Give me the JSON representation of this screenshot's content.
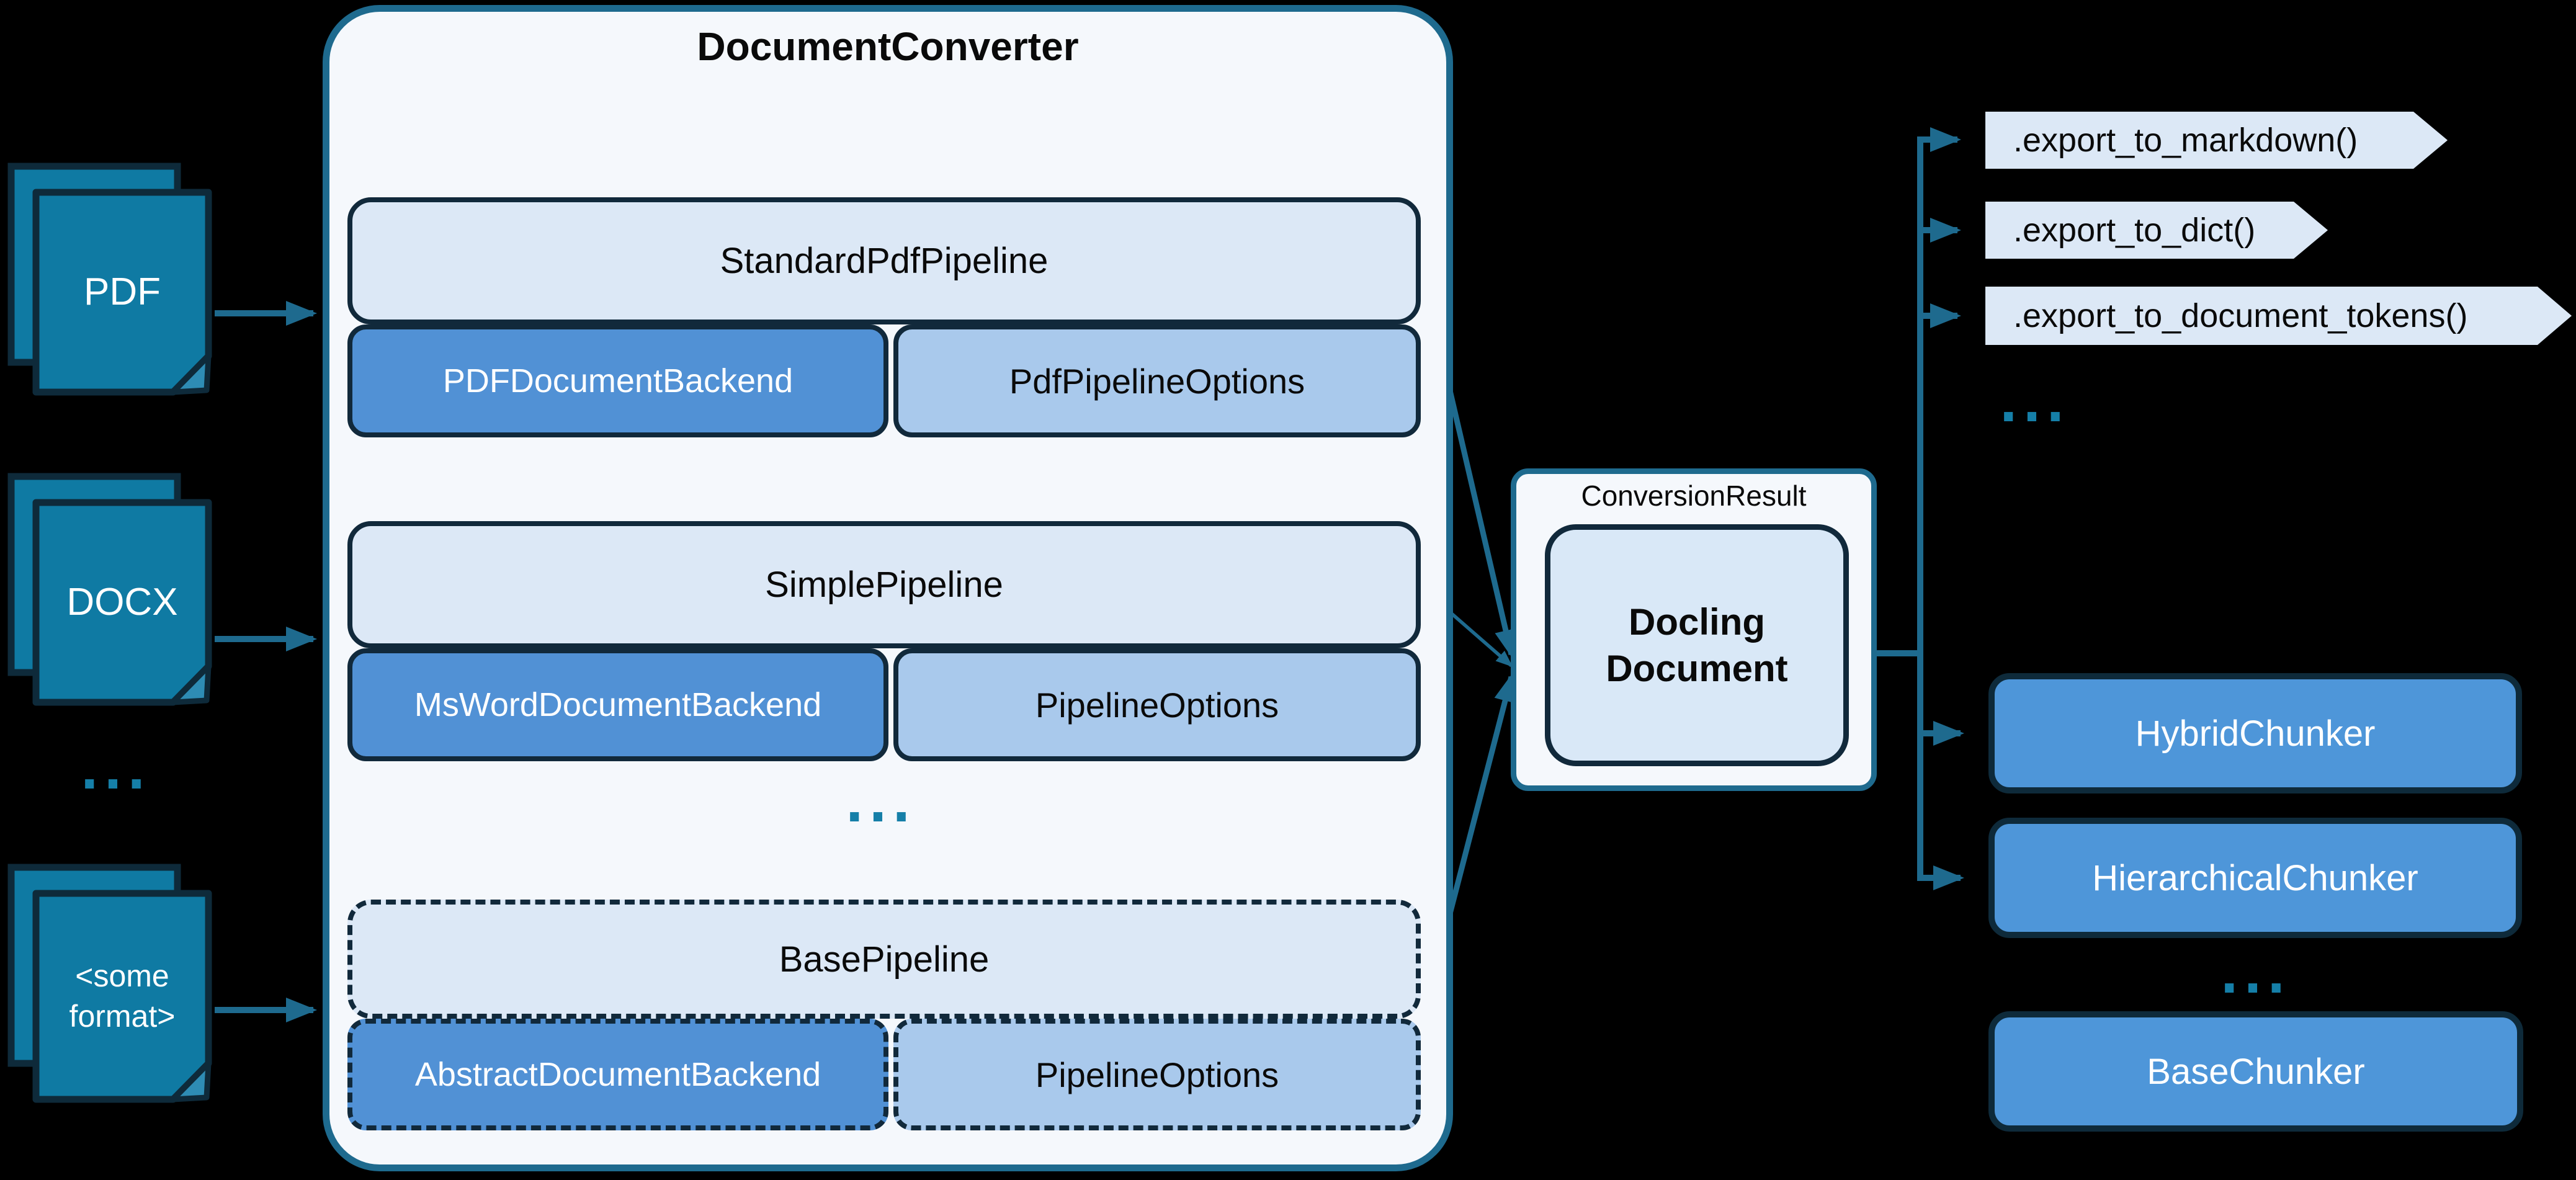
{
  "colors": {
    "background": "#000000",
    "line_teal": "#1E6A8E",
    "document_fill": "#0F7AA3",
    "document_fold": "#2E8CB4",
    "dark_border": "#0E2A3A",
    "box_border": "#11293B",
    "container_fill": "#F5F8FC",
    "light_box": "#DCE8F6",
    "docling_box": "#D9E8F7",
    "backend_blue": "#5191D5",
    "options_blue": "#A9C9EC",
    "chunker_blue": "#4E96D9",
    "ellipsis_teal": "#157FA8"
  },
  "inputs": {
    "pdf": "PDF",
    "docx": "DOCX",
    "ellipsis": "...",
    "other_line1": "<some",
    "other_line2": "format>"
  },
  "converter": {
    "title": "DocumentConverter",
    "groups": [
      {
        "pipeline": "StandardPdfPipeline",
        "backend": "PDFDocumentBackend",
        "options": "PdfPipelineOptions"
      },
      {
        "pipeline": "SimplePipeline",
        "backend": "MsWordDocumentBackend",
        "options": "PipelineOptions"
      },
      {
        "pipeline": "BasePipeline",
        "backend": "AbstractDocumentBackend",
        "options": "PipelineOptions"
      }
    ],
    "ellipsis": "..."
  },
  "conversion_result": {
    "label": "ConversionResult",
    "doc_line1": "Docling",
    "doc_line2": "Document"
  },
  "exports": {
    "items": [
      ".export_to_markdown()",
      ".export_to_dict()",
      ".export_to_document_tokens()"
    ],
    "ellipsis": "..."
  },
  "chunkers": {
    "items": [
      "HybridChunker",
      "HierarchicalChunker"
    ],
    "ellipsis": "...",
    "base": "BaseChunker"
  }
}
